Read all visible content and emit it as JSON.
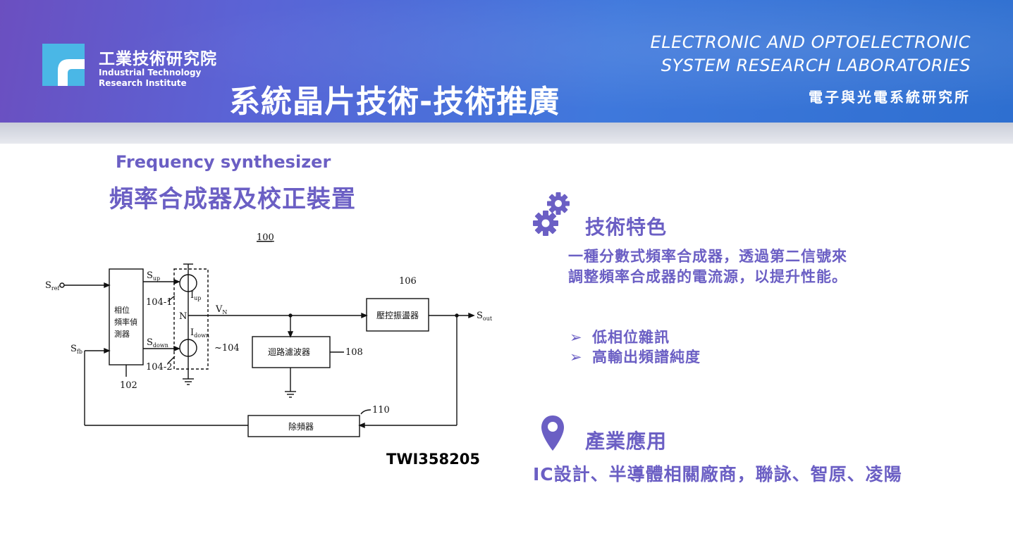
{
  "header": {
    "org_name_zh": "工業技術研究院",
    "org_name_en_line1": "Industrial Technology",
    "org_name_en_line2": "Research Institute",
    "page_title": "系統晶片技術-技術推廣",
    "lab_en_line1": "ELECTRONIC AND OPTOELECTRONIC",
    "lab_en_line2": "SYSTEM RESEARCH LABORATORIES",
    "lab_zh": "電子與光電系統研究所"
  },
  "tech": {
    "title_en": "Frequency synthesizer",
    "title_zh": "頻率合成器及校正裝置",
    "patent_number": "TWI358205"
  },
  "diagram": {
    "figure_number": "100",
    "s_ref": "S",
    "s_ref_sub": "ref",
    "s_fb": "S",
    "s_fb_sub": "fb",
    "s_up": "S",
    "s_up_sub": "up",
    "s_down": "S",
    "s_down_sub": "down",
    "s_out": "S",
    "s_out_sub": "out",
    "i_up": "I",
    "i_up_sub": "up",
    "i_down": "I",
    "i_down_sub": "down",
    "v_n": "V",
    "v_n_sub": "N",
    "node_n": "N",
    "pfd_line1": "相位",
    "pfd_line2": "頻率偵",
    "pfd_line3": "測器",
    "vco": "壓控振盪器",
    "loop_filter": "迴路濾波器",
    "divider": "除頻器",
    "ref_102": "102",
    "ref_104": "~104",
    "ref_104_1": "104-1",
    "ref_104_2": "104-2",
    "ref_106": "106",
    "ref_108": "108",
    "ref_110": "110"
  },
  "features": {
    "title": "技術特色",
    "desc_line1": "一種分數式頻率合成器，透過第二信號來",
    "desc_line2": "調整頻率合成器的電流源，以提升性能。",
    "bullet_glyph": "➢",
    "bullets": [
      "低相位雜訊",
      "高輸出頻譜純度"
    ]
  },
  "applications": {
    "title": "產業應用",
    "text": "IC設計、半導體相關廠商，聯詠、智原、凌陽"
  },
  "colors": {
    "accent": "#6b5fc4",
    "header_start": "#6b4fc0",
    "header_end": "#2e6fd0",
    "logo_blue": "#4ab7e6"
  }
}
